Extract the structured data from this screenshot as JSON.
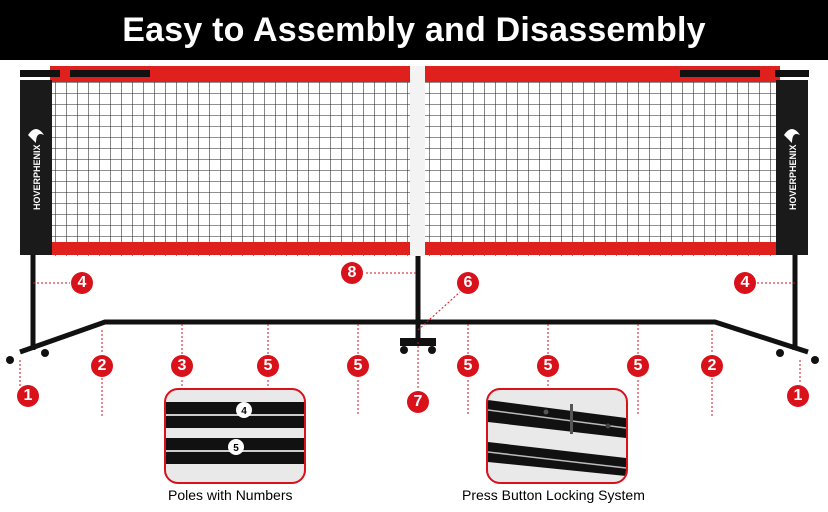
{
  "banner": {
    "title": "Easy to Assembly and Disassembly"
  },
  "brand": {
    "sleeve_text": "HOVERPHENIX"
  },
  "markers": [
    "1",
    "4",
    "2",
    "3",
    "5",
    "5",
    "8",
    "6",
    "7",
    "5",
    "5",
    "5",
    "2",
    "4",
    "1"
  ],
  "insets": [
    {
      "caption": "Poles with Numbers",
      "pole_numbers": [
        "4",
        "5"
      ]
    },
    {
      "caption": "Press Button Locking System"
    }
  ],
  "colors": {
    "accent": "#d8111b",
    "banner": "#000000",
    "frame": "#111111"
  }
}
